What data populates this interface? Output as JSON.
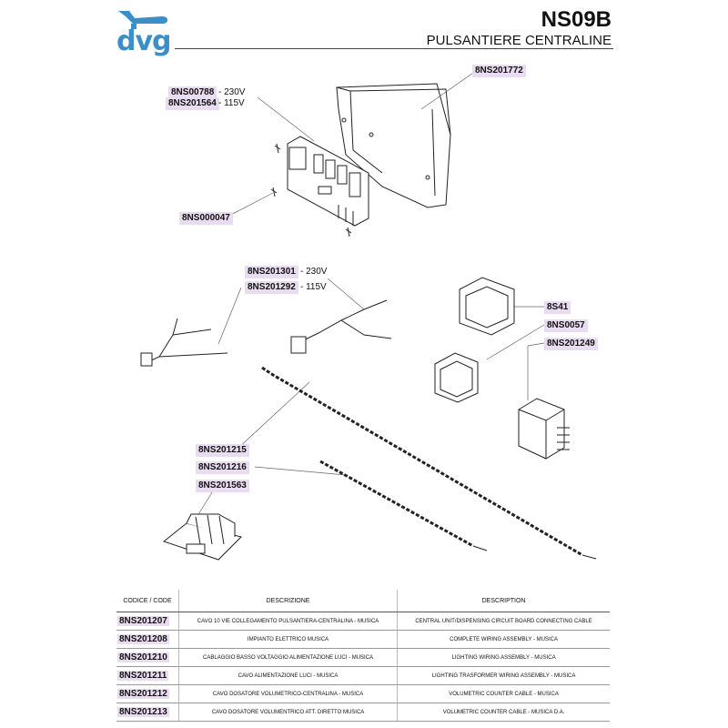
{
  "header": {
    "brand": "dvg",
    "model": "NS09B",
    "subtitle": "PULSANTIERE CENTRALINE"
  },
  "callouts": {
    "c1": {
      "code": "8NS201772"
    },
    "c2": {
      "code": "8NS00788",
      "voltage": "- 230V"
    },
    "c3": {
      "code": "8NS201564",
      "voltage": "- 115V"
    },
    "c4": {
      "code": "8NS000047"
    },
    "c5": {
      "code": "8NS201301",
      "voltage": "- 230V"
    },
    "c6": {
      "code": "8NS201292",
      "voltage": "- 115V"
    },
    "c7": {
      "code": "8S41"
    },
    "c8": {
      "code": "8NS0057"
    },
    "c9": {
      "code": "8NS201249"
    },
    "c10": {
      "code": "8NS201215"
    },
    "c11": {
      "code": "8NS201216"
    },
    "c12": {
      "code": "8NS201563"
    }
  },
  "table": {
    "headers": {
      "code": "CODICE / CODE",
      "descrizione": "DESCRIZIONE",
      "description": "DESCRIPTION"
    },
    "rows": [
      {
        "code": "8NS201207",
        "it": "CAVO 10 VIE COLLEGAMENTO PULSANTIERA-CENTRALINA - MUSICA",
        "en": "CENTRAL UNIT/DISPENSING CIRCUIT BOARD CONNECTING CABLE"
      },
      {
        "code": "8NS201208",
        "it": "IMPIANTO ELETTRICO MUSICA",
        "en": "COMPLETE WIRING ASSEMBLY - MUSICA"
      },
      {
        "code": "8NS201210",
        "it": "CABLAGGIO BASSO VOLTAGGIO ALIMENTAZIONE LUCI - MUSICA",
        "en": "LIGHTING WIRING ASSEMBLY - MUSICA"
      },
      {
        "code": "8NS201211",
        "it": "CAVO ALIMENTAZIONE LUCI - MUSICA",
        "en": "LIGHTING TRASFORMER WIRING ASSEMBLY - MUSICA"
      },
      {
        "code": "8NS201212",
        "it": "CAVO DOSATORE VOLUMETRICO-CENTRALINA - MUSICA",
        "en": "VOLUMETRIC COUNTER CABLE - MUSICA"
      },
      {
        "code": "8NS201213",
        "it": "CAVO DOSATORE VOLUMENTRICO  ATT. DIRETTO MUSICA",
        "en": "VOLUMETRIC COUNTER CABLE - MUSICA D.A."
      }
    ]
  }
}
